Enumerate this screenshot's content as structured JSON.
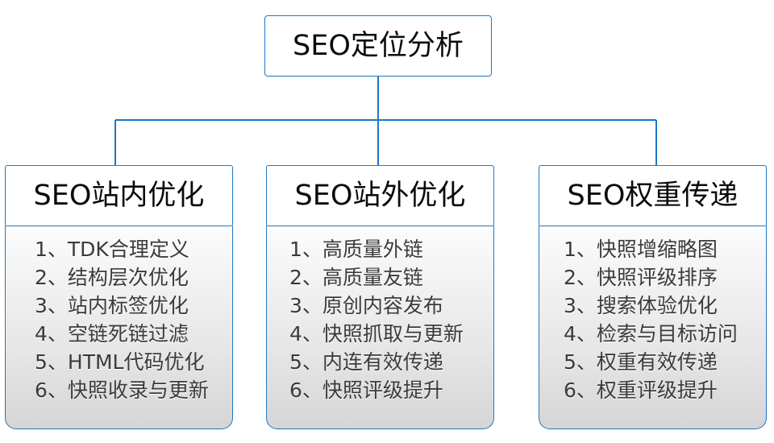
{
  "diagram": {
    "type": "organizational-tree",
    "accent_color": "#1f77c4",
    "body_text_color": "#3b3b3b",
    "title_text_color": "#0b0b0b",
    "background_color": "#ffffff",
    "root": {
      "label": "SEO定位分析"
    },
    "branches": [
      {
        "title": "SEO站内优化",
        "items": [
          "1、TDK合理定义",
          "2、结构层次优化",
          "3、站内标签优化",
          "4、空链死链过滤",
          "5、HTML代码优化",
          "6、快照收录与更新"
        ]
      },
      {
        "title": "SEO站外优化",
        "items": [
          "1、高质量外链",
          "2、高质量友链",
          "3、原创内容发布",
          "4、快照抓取与更新",
          "5、内连有效传递",
          "6、快照评级提升"
        ]
      },
      {
        "title": "SEO权重传递",
        "items": [
          "1、快照增缩略图",
          "2、快照评级排序",
          "3、搜索体验优化",
          "4、检索与目标访问",
          "5、权重有效传递",
          "6、权重评级提升"
        ]
      }
    ]
  }
}
